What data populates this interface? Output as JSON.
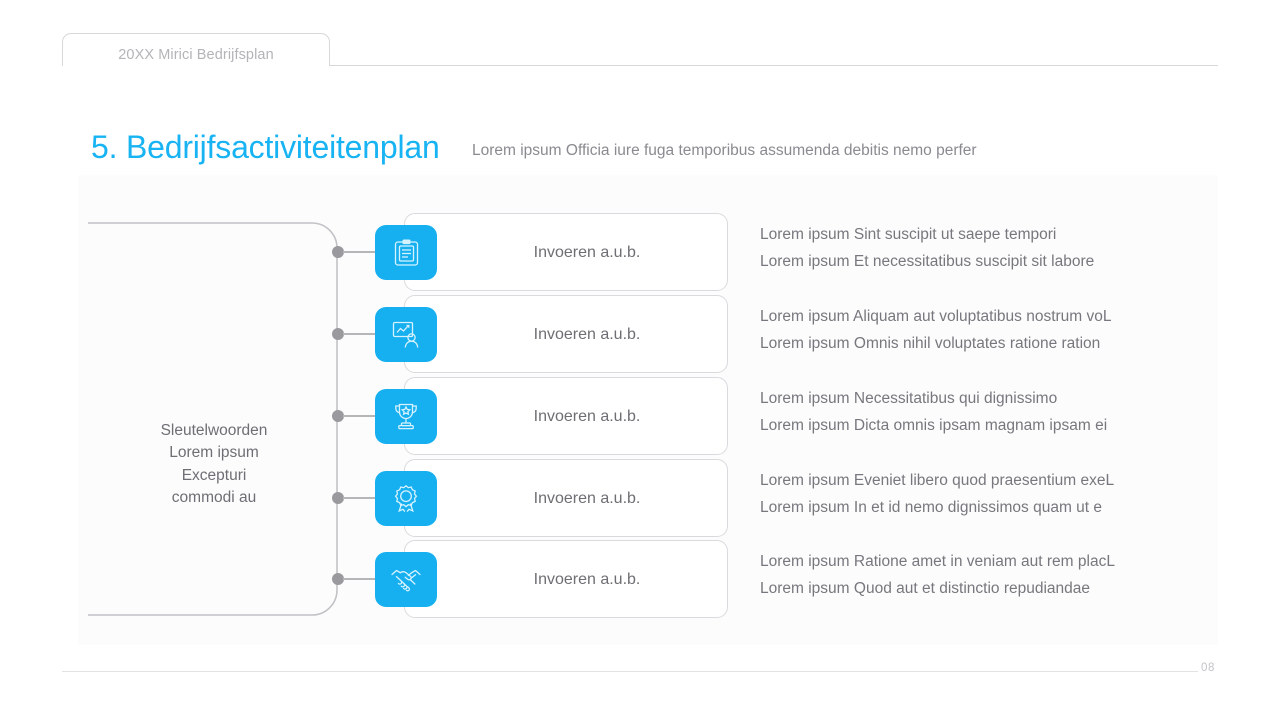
{
  "header": {
    "tab_label": "20XX Mirici Bedrijfsplan"
  },
  "title": {
    "heading": "5. Bedrijfsactiviteitenplan",
    "subheading": "Lorem ipsum Officia iure fuga temporibus assumenda debitis nemo perfer"
  },
  "keywords": {
    "lines": [
      "Sleutelwoorden",
      "Lorem ipsum",
      "Excepturi",
      "commodi au"
    ]
  },
  "rows": [
    {
      "icon": "clipboard-icon",
      "card_label": "Invoeren a.u.b.",
      "text_lines": [
        "Lorem ipsum Sint suscipit ut saepe tempori",
        "Lorem ipsum Et necessitatibus suscipit sit labore"
      ]
    },
    {
      "icon": "presentation-chart-person-icon",
      "card_label": "Invoeren a.u.b.",
      "text_lines": [
        "Lorem ipsum Aliquam aut voluptatibus nostrum voL",
        "Lorem ipsum Omnis nihil voluptates ratione ration"
      ]
    },
    {
      "icon": "trophy-icon",
      "card_label": "Invoeren a.u.b.",
      "text_lines": [
        "Lorem ipsum Necessitatibus qui dignissimo",
        "Lorem ipsum Dicta omnis ipsam magnam ipsam ei"
      ]
    },
    {
      "icon": "award-ribbon-icon",
      "card_label": "Invoeren a.u.b.",
      "text_lines": [
        "Lorem ipsum Eveniet libero quod praesentium exeL",
        "Lorem ipsum In et id nemo dignissimos quam ut e"
      ]
    },
    {
      "icon": "handshake-icon",
      "card_label": "Invoeren a.u.b.",
      "text_lines": [
        "Lorem ipsum Ratione amet in veniam aut rem placL",
        "Lorem ipsum Quod aut et distinctio repudiandae"
      ]
    }
  ],
  "footer": {
    "page_number": "08"
  },
  "colors": {
    "accent": "#16B0F0",
    "title": "#18B3F2",
    "text": "#77777d",
    "line": "#b6b6b9"
  }
}
